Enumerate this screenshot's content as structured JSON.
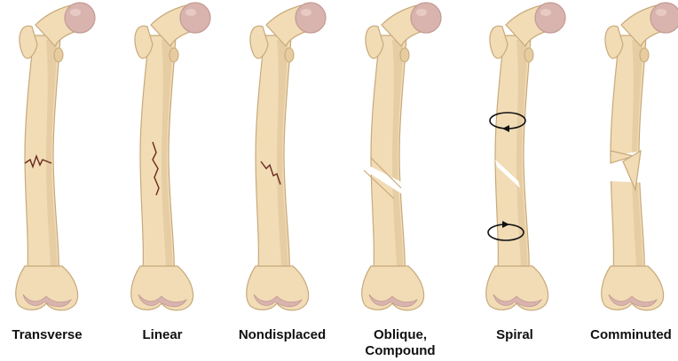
{
  "colors": {
    "bone_fill": "#f1dcb6",
    "bone_shade": "#dcc194",
    "bone_outline": "#c8a97a",
    "cartilage": "#d9b4ae",
    "crack": "#6b2a1c",
    "arrow": "#111111",
    "label_text": "#111111"
  },
  "fracture_types": [
    {
      "name": "transverse",
      "label": "Transverse",
      "label_line2": ""
    },
    {
      "name": "linear",
      "label": "Linear",
      "label_line2": ""
    },
    {
      "name": "nondisplaced",
      "label": "Nondisplaced",
      "label_line2": ""
    },
    {
      "name": "oblique-compound",
      "label": "Oblique,",
      "label_line2": "Compound"
    },
    {
      "name": "spiral",
      "label": "Spiral",
      "label_line2": ""
    },
    {
      "name": "comminuted",
      "label": "Comminuted",
      "label_line2": ""
    }
  ]
}
